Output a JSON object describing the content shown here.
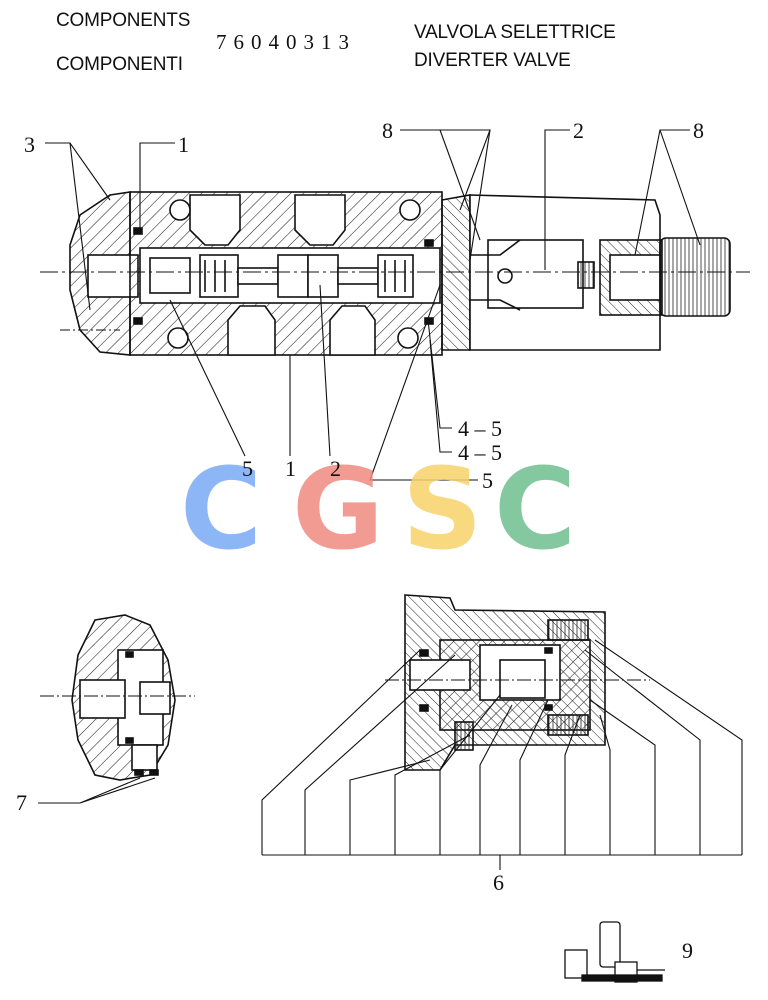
{
  "header": {
    "components_en": "COMPONENTS",
    "components_it": "COMPONENTI",
    "part_number": "76040313",
    "title_it": "VALVOLA SELETTRICE",
    "title_en": "DIVERTER VALVE"
  },
  "callouts": {
    "c3": "3",
    "c1_top": "1",
    "c8_left": "8",
    "c2_top": "2",
    "c8_right": "8",
    "c45_a": "4 – 5",
    "c45_b": "4 – 5",
    "c5_right": "5",
    "c5_left": "5",
    "c1_bottom": "1",
    "c2_bottom": "2",
    "c7": "7",
    "c6": "6",
    "c9": "9"
  },
  "watermark": {
    "letters": [
      "C",
      "G",
      "S",
      "C"
    ],
    "colors": [
      "#7aaaf5",
      "#f08a80",
      "#f7d36a",
      "#6fbf8f"
    ]
  }
}
